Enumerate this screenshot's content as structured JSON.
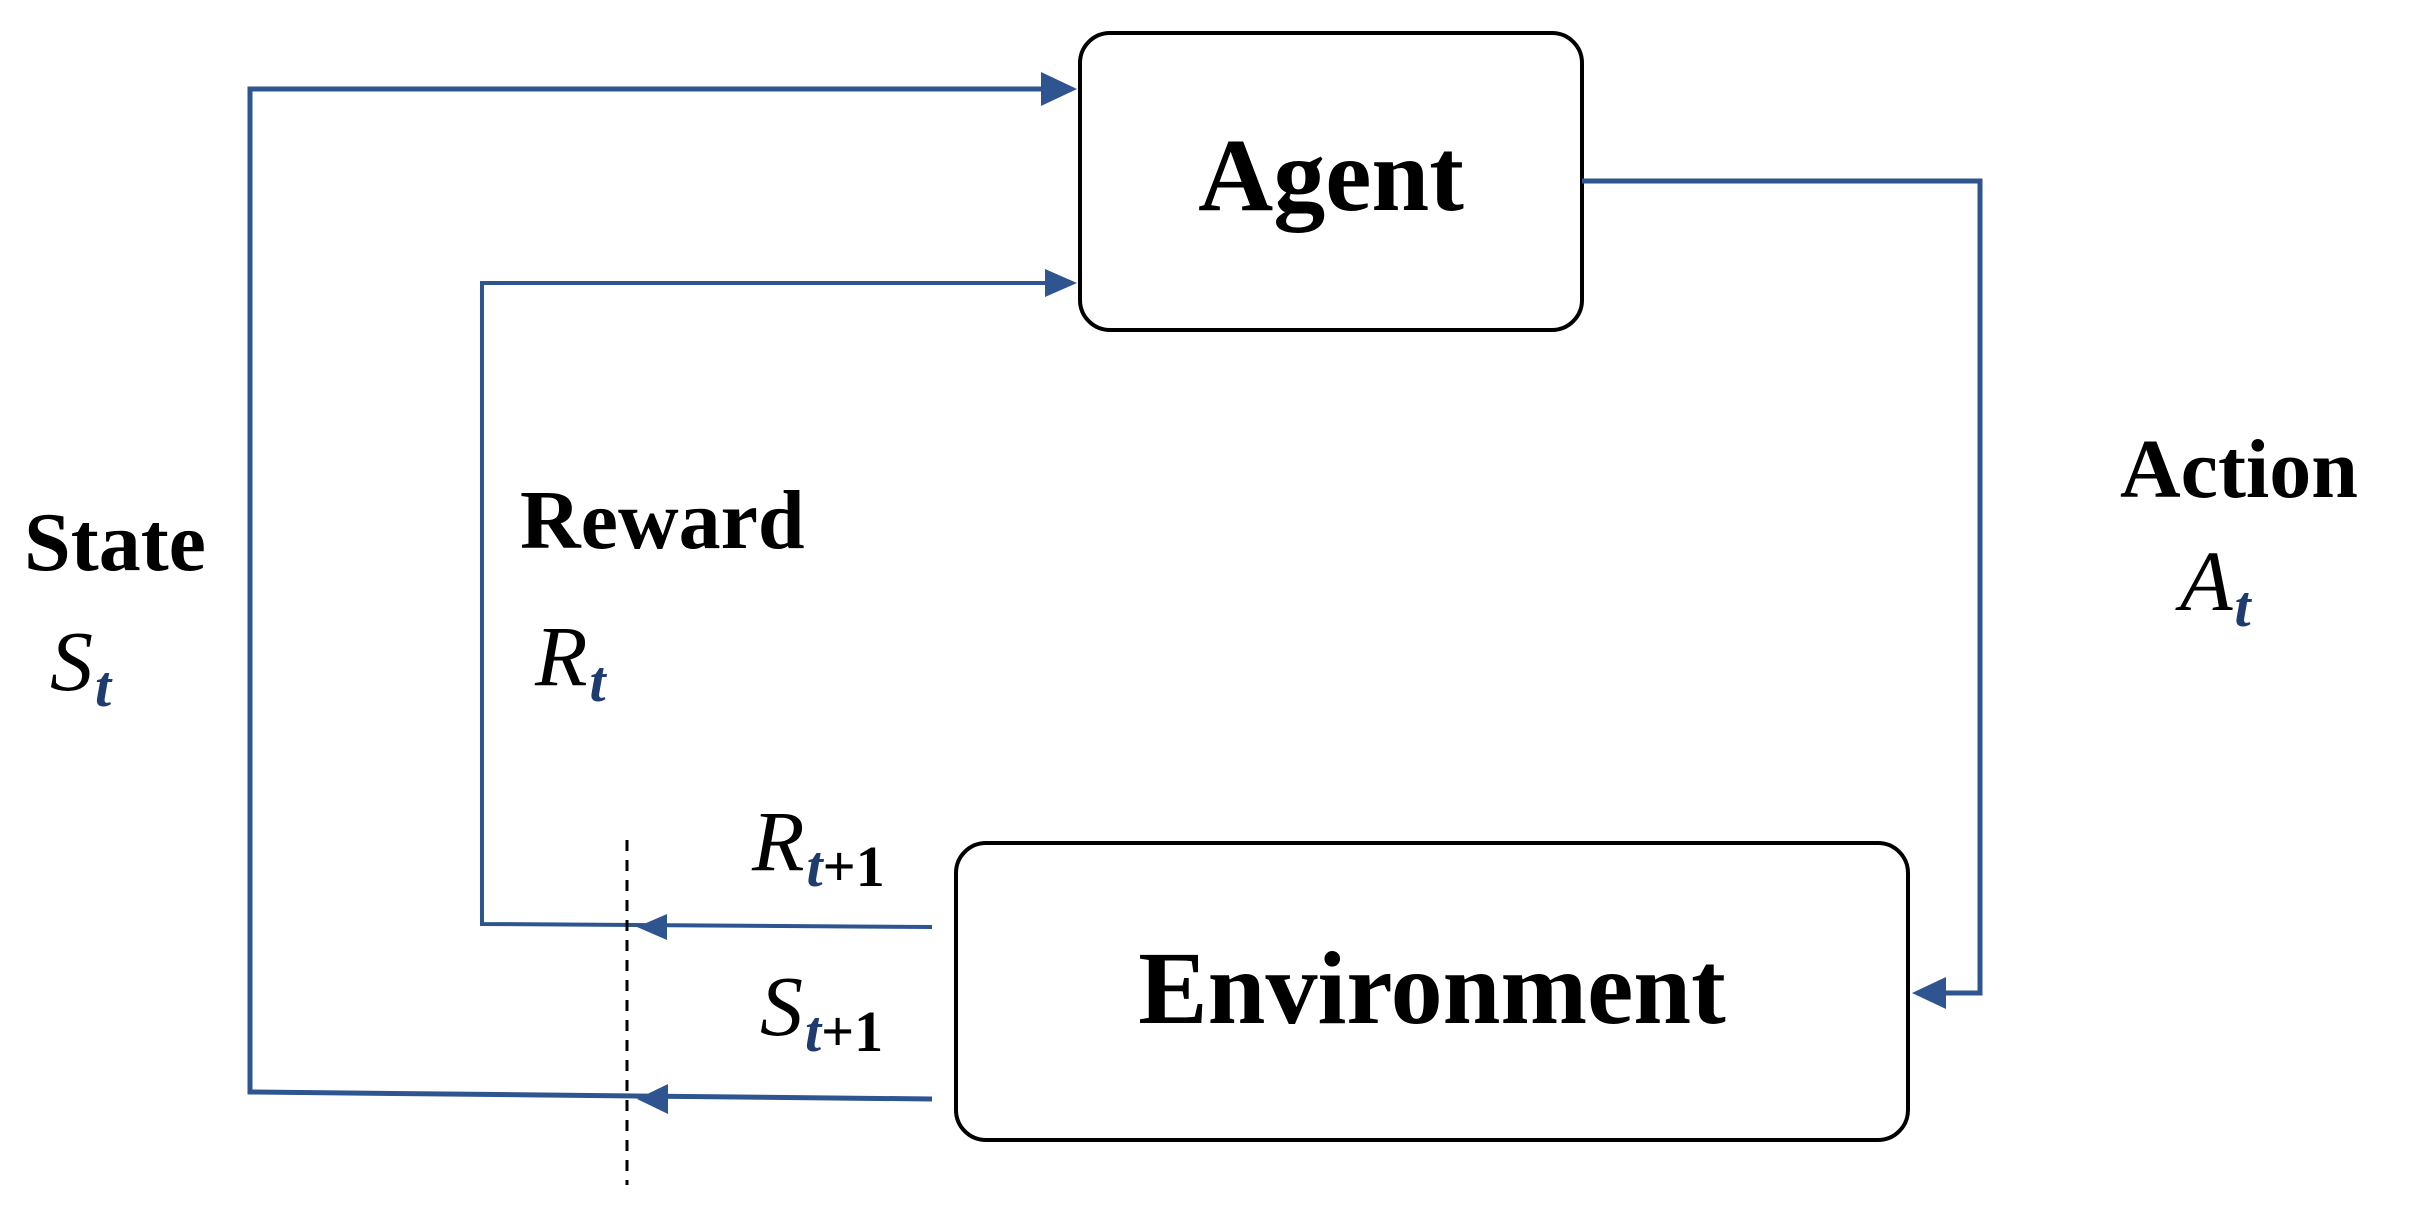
{
  "agent": {
    "label": "Agent"
  },
  "environment": {
    "label": "Environment"
  },
  "state_label": {
    "word": "State",
    "symbol": "S",
    "subscript": "t"
  },
  "reward_label": {
    "word": "Reward",
    "symbol": "R",
    "subscript": "t"
  },
  "action_label": {
    "word": "Action",
    "symbol": "A",
    "subscript": "t"
  },
  "next_reward": {
    "symbol": "R",
    "subscript_var": "t",
    "subscript_rest": "+1"
  },
  "next_state": {
    "symbol": "S",
    "subscript_var": "t",
    "subscript_rest": "+1"
  },
  "colors": {
    "arrow": "#2e5590",
    "box_border": "#000000",
    "background": "#ffffff"
  }
}
